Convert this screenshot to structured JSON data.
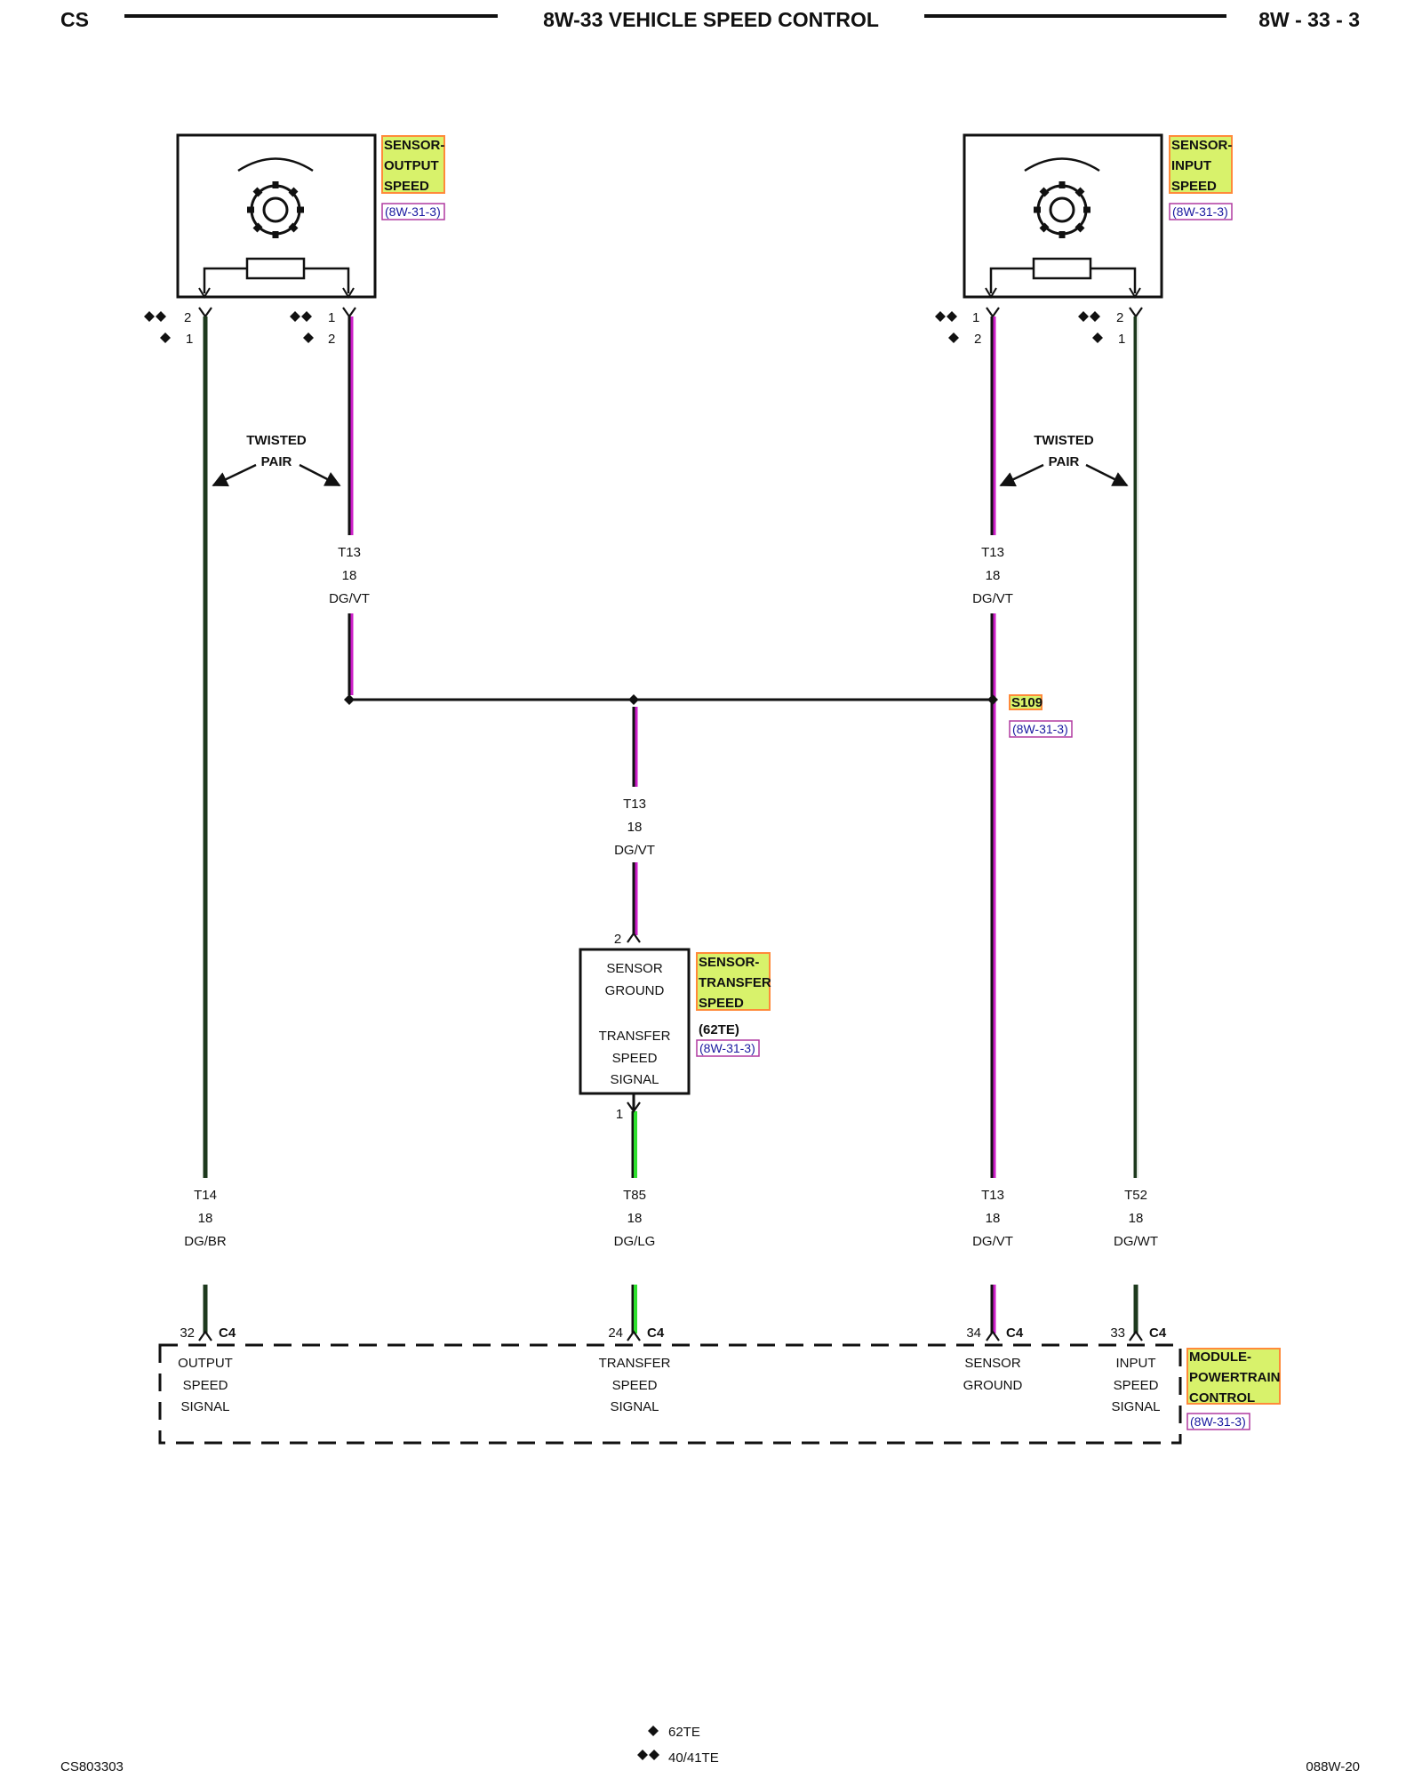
{
  "header": {
    "left": "CS",
    "title": "8W-33 VEHICLE SPEED CONTROL",
    "right": "8W - 33 - 3"
  },
  "components": {
    "output_sensor": {
      "name_lines": [
        "SENSOR-",
        "OUTPUT",
        "SPEED"
      ],
      "ref": "(8W-31-3)"
    },
    "input_sensor": {
      "name_lines": [
        "SENSOR-",
        "INPUT",
        "SPEED"
      ],
      "ref": "(8W-31-3)"
    },
    "transfer_sensor": {
      "name_lines": [
        "SENSOR-",
        "TRANSFER",
        "SPEED"
      ],
      "note": "(62TE)",
      "ref": "(8W-31-3)",
      "pin_top": "2",
      "pin_bottom": "1",
      "inner_lines": [
        "SENSOR",
        "GROUND",
        "",
        "TRANSFER",
        "SPEED",
        "SIGNAL"
      ]
    },
    "pcm": {
      "name_lines": [
        "MODULE-",
        "POWERTRAIN",
        "CONTROL"
      ],
      "ref": "(8W-31-3)"
    },
    "splice": {
      "name": "S109",
      "ref": "(8W-31-3)"
    }
  },
  "sensor_pins": {
    "output_left": [
      "2",
      "1"
    ],
    "output_right": [
      "1",
      "2"
    ],
    "input_left": [
      "1",
      "2"
    ],
    "input_right": [
      "2",
      "1"
    ]
  },
  "twisted_pair": [
    "TWISTED",
    "PAIR"
  ],
  "wire_labels": {
    "output_sig_upper": [
      "T13",
      "18",
      "DG/VT"
    ],
    "input_sig_upper": [
      "T13",
      "18",
      "DG/VT"
    ],
    "transfer_upper": [
      "T13",
      "18",
      "DG/VT"
    ],
    "output_lower": [
      "T14",
      "18",
      "DG/BR"
    ],
    "transfer_lower": [
      "T85",
      "18",
      "DG/LG"
    ],
    "ground_lower": [
      "T13",
      "18",
      "DG/VT"
    ],
    "input_lower": [
      "T52",
      "18",
      "DG/WT"
    ]
  },
  "pcm_pins": [
    {
      "pin": "32",
      "connector": "C4",
      "lines": [
        "OUTPUT",
        "SPEED",
        "SIGNAL"
      ]
    },
    {
      "pin": "24",
      "connector": "C4",
      "lines": [
        "TRANSFER",
        "SPEED",
        "SIGNAL"
      ]
    },
    {
      "pin": "34",
      "connector": "C4",
      "lines": [
        "SENSOR",
        "GROUND",
        ""
      ]
    },
    {
      "pin": "33",
      "connector": "C4",
      "lines": [
        "INPUT",
        "SPEED",
        "SIGNAL"
      ]
    }
  ],
  "legend": [
    {
      "symbol": "single-diamond",
      "text": "62TE"
    },
    {
      "symbol": "double-diamond",
      "text": "40/41TE"
    }
  ],
  "footer": {
    "left": "CS803303",
    "right": "088W-20"
  }
}
